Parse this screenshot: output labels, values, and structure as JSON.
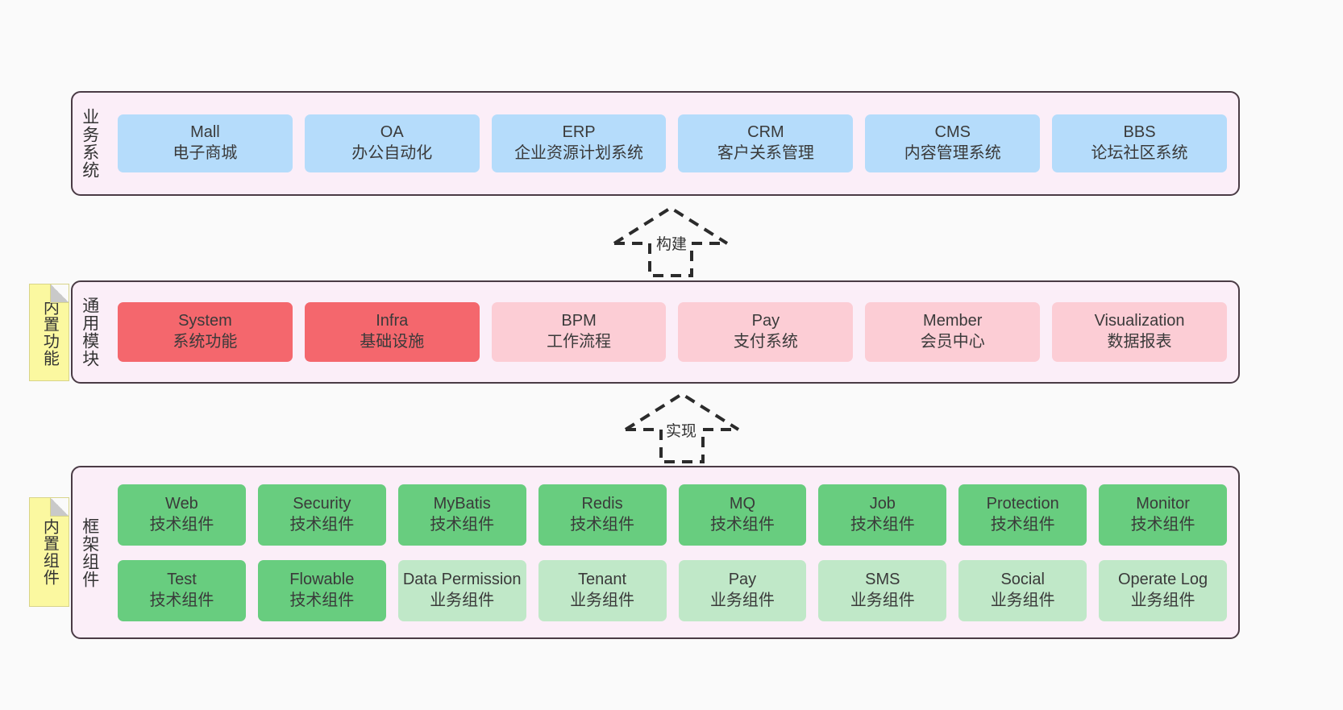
{
  "diagram": {
    "title": "",
    "colors": {
      "layer_background": "#fbeef8",
      "layer_border": "#4a3b45",
      "business_box": "#b5dcfb",
      "core_module_box": "#f4676d",
      "plan_module_box": "#fccdd5",
      "tech_component_box": "#68cd7f",
      "biz_component_box": "#c0e8c8",
      "note_box": "#fbf8a0",
      "canvas": "#fafafa"
    }
  },
  "layers": {
    "business": {
      "title": "业务系统",
      "items": [
        {
          "en": "Mall",
          "cn": "电子商城"
        },
        {
          "en": "OA",
          "cn": "办公自动化"
        },
        {
          "en": "ERP",
          "cn": "企业资源计划系统"
        },
        {
          "en": "CRM",
          "cn": "客户关系管理"
        },
        {
          "en": "CMS",
          "cn": "内容管理系统"
        },
        {
          "en": "BBS",
          "cn": "论坛社区系统"
        }
      ]
    },
    "common": {
      "title": "通用模块",
      "note": "内置功能",
      "items": [
        {
          "en": "System",
          "cn": "系统功能",
          "style": "fill-red"
        },
        {
          "en": "Infra",
          "cn": "基础设施",
          "style": "fill-red"
        },
        {
          "en": "BPM",
          "cn": "工作流程",
          "style": "fill-pink"
        },
        {
          "en": "Pay",
          "cn": "支付系统",
          "style": "fill-pink"
        },
        {
          "en": "Member",
          "cn": "会员中心",
          "style": "fill-pink"
        },
        {
          "en": "Visualization",
          "cn": "数据报表",
          "style": "fill-pink"
        }
      ]
    },
    "framework": {
      "title": "框架组件",
      "note": "内置组件",
      "row1": [
        {
          "en": "Web",
          "cn": "技术组件"
        },
        {
          "en": "Security",
          "cn": "技术组件"
        },
        {
          "en": "MyBatis",
          "cn": "技术组件"
        },
        {
          "en": "Redis",
          "cn": "技术组件"
        },
        {
          "en": "MQ",
          "cn": "技术组件"
        },
        {
          "en": "Job",
          "cn": "技术组件"
        },
        {
          "en": "Protection",
          "cn": "技术组件"
        },
        {
          "en": "Monitor",
          "cn": "技术组件"
        }
      ],
      "row2": [
        {
          "en": "Test",
          "cn": "技术组件",
          "style": "fill-green"
        },
        {
          "en": "Flowable",
          "cn": "技术组件",
          "style": "fill-green"
        },
        {
          "en": "Data Permission",
          "cn": "业务组件",
          "style": "fill-lightgreen"
        },
        {
          "en": "Tenant",
          "cn": "业务组件",
          "style": "fill-lightgreen"
        },
        {
          "en": "Pay",
          "cn": "业务组件",
          "style": "fill-lightgreen"
        },
        {
          "en": "SMS",
          "cn": "业务组件",
          "style": "fill-lightgreen"
        },
        {
          "en": "Social",
          "cn": "业务组件",
          "style": "fill-lightgreen"
        },
        {
          "en": "Operate Log",
          "cn": "业务组件",
          "style": "fill-lightgreen"
        }
      ]
    }
  },
  "connectors": [
    {
      "name": "build",
      "label": "构建",
      "from": "common",
      "to": "business"
    },
    {
      "name": "implement",
      "label": "实现",
      "from": "framework",
      "to": "common"
    }
  ]
}
